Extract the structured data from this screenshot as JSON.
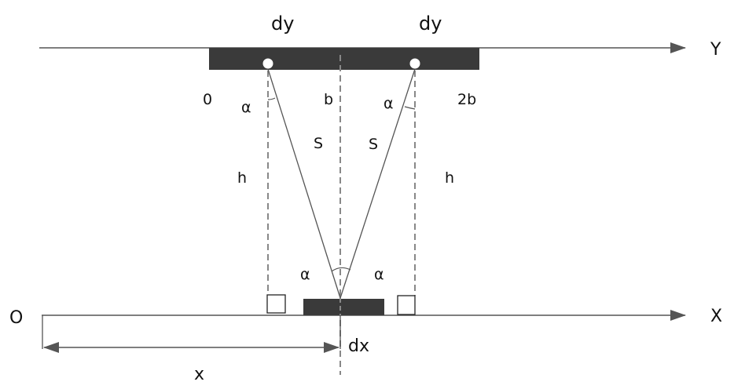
{
  "labels": {
    "dy_left": "dy",
    "dy_right": "dy",
    "y_axis": "Y",
    "x_axis": "X",
    "origin_top": "0",
    "b": "b",
    "two_b": "2b",
    "alpha_top_left": "α",
    "alpha_top_right": "α",
    "alpha_bottom_left": "α",
    "alpha_bottom_right": "α",
    "s_left": "S",
    "s_right": "S",
    "h_left": "h",
    "h_right": "h",
    "origin_bottom": "O",
    "dx": "dx",
    "x_distance": "x"
  },
  "colors": {
    "bar": "#3a3a3a",
    "line": "#555555",
    "dashed": "#888888"
  }
}
